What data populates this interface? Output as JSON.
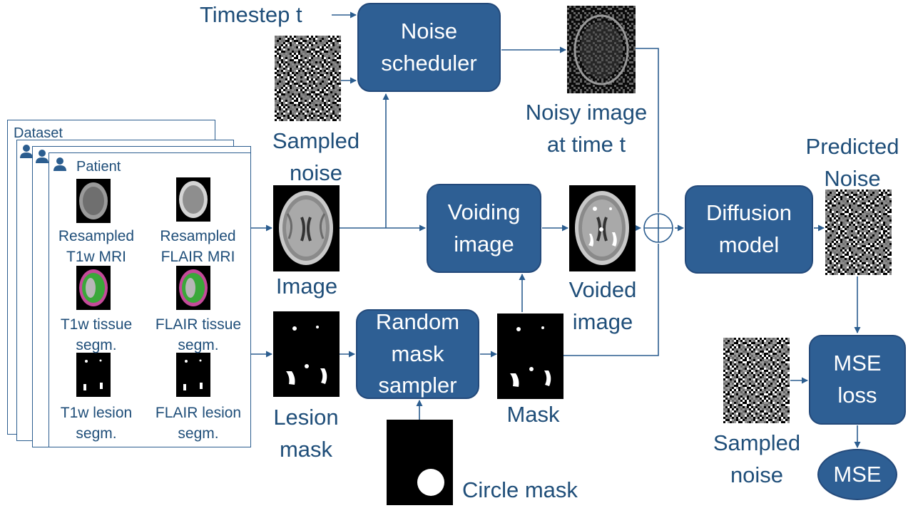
{
  "inputs": {
    "timestep": "Timestep t",
    "sampled_noise_top": [
      "Sampled",
      "noise"
    ],
    "image": "Image",
    "lesion_mask": [
      "Lesion",
      "mask"
    ],
    "circle_mask": "Circle mask"
  },
  "boxes": {
    "noise_scheduler": [
      "Noise",
      "scheduler"
    ],
    "voiding_image": [
      "Voiding",
      "image"
    ],
    "random_mask_sampler": [
      "Random",
      "mask",
      "sampler"
    ],
    "diffusion_model": [
      "Diffusion",
      "model"
    ],
    "mse_loss": [
      "MSE",
      "loss"
    ]
  },
  "outputs": {
    "noisy_image": [
      "Noisy image",
      "at time t"
    ],
    "voided_image": [
      "Voided",
      "image"
    ],
    "mask": "Mask",
    "predicted_noise": [
      "Predicted",
      "Noise"
    ],
    "sampled_noise_bottom": [
      "Sampled",
      "noise"
    ],
    "mse": "MSE"
  },
  "dataset": {
    "title": "Dataset",
    "patient": "Patient",
    "items": {
      "t1w_mri": [
        "Resampled",
        "T1w MRI"
      ],
      "flair_mri": [
        "Resampled",
        "FLAIR MRI"
      ],
      "t1w_tissue": [
        "T1w tissue",
        "segm."
      ],
      "flair_tissue": [
        "FLAIR tissue",
        "segm."
      ],
      "t1w_lesion": [
        "T1w lesion",
        "segm."
      ],
      "flair_lesion": [
        "FLAIR lesion",
        "segm."
      ]
    }
  },
  "colors": {
    "box_fill": "#2e5f94",
    "box_border": "#23497a",
    "text": "#1f4e79",
    "arrow": "#2b5d8f"
  },
  "icons": {
    "person": "person-icon",
    "sum": "sum-circle-icon"
  }
}
